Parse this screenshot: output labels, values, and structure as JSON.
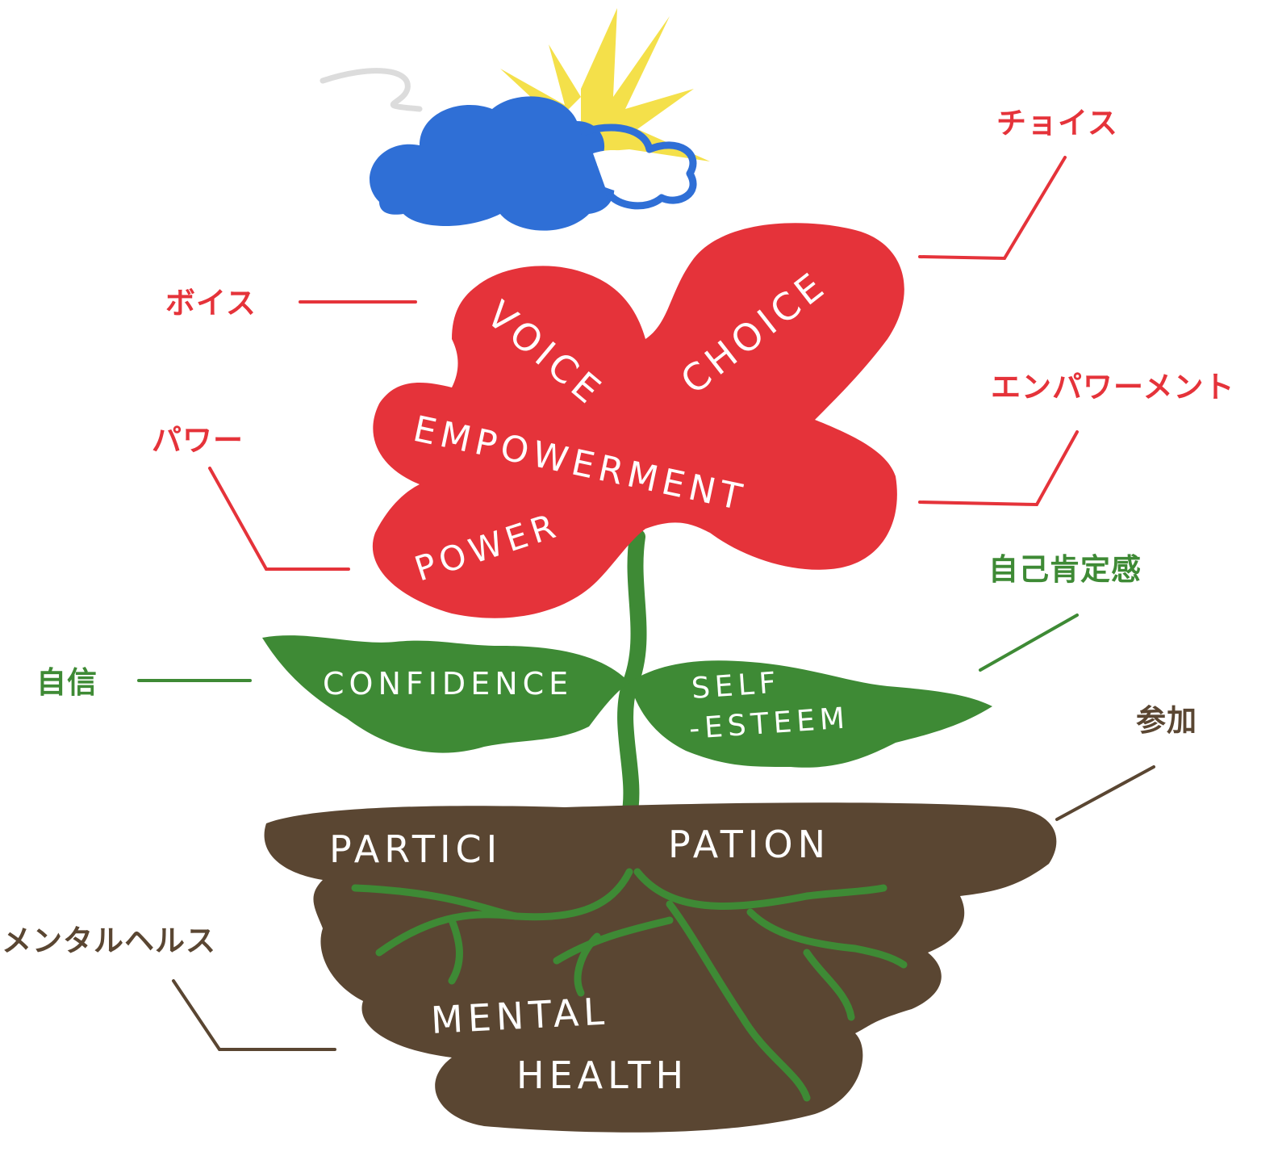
{
  "colors": {
    "petal": "#e5333a",
    "leaf": "#3e8a35",
    "soil": "#5a4632",
    "cloud": "#2f6fd6",
    "sun": "#f4e04a",
    "stem": "#3e8a35",
    "label_red": "#e5333a",
    "label_green": "#3e8a35",
    "label_brown": "#5a4632"
  },
  "icons": [
    "sun-icon",
    "cloud-icon"
  ],
  "flower": {
    "voice": "VOICE",
    "choice": "CHOICE",
    "empowerment": "EMPOWERMENT",
    "power": "POWER"
  },
  "leaves": {
    "confidence": "CONFIDENCE",
    "self_line1": "SELF",
    "self_line2": "-ESTEEM"
  },
  "soil": {
    "participation_left": "PARTICI",
    "participation_right": "PATION",
    "mental": "MENTAL",
    "health": "HEALTH"
  },
  "labels": {
    "choice_jp": "チョイス",
    "voice_jp": "ボイス",
    "empowerment_jp": "エンパワーメント",
    "power_jp": "パワー",
    "self_esteem_jp": "自己肯定感",
    "confidence_jp": "自信",
    "participation_jp": "参加",
    "mental_health_jp": "メンタルヘルス"
  }
}
